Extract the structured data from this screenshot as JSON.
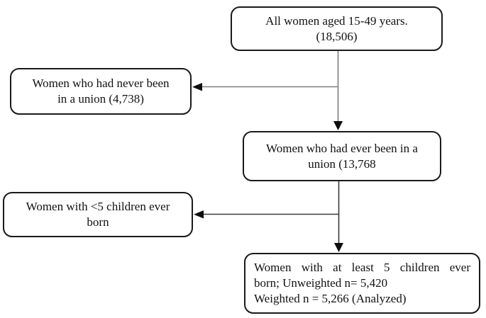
{
  "flowchart": {
    "nodes": {
      "all_women": {
        "line1": "All women aged 15-49 years.",
        "line2": "(18,506)"
      },
      "never_union": {
        "line1": "Women who had never been",
        "line2": "in a union (4,738)"
      },
      "ever_union": {
        "line1": "Women who had ever been in a",
        "line2": "union (13,768"
      },
      "less_than_5_children": {
        "line1": "Women with <5 children ever",
        "line2": "born"
      },
      "analyzed": {
        "line1": "Women with at least 5 children ever",
        "line2": "born; Unweighted n= 5,420",
        "line3": "Weighted n = 5,266 (Analyzed)"
      }
    },
    "colors": {
      "background": "#ffffff",
      "box_border": "#1a1a1a",
      "text": "#111111",
      "connector_upper": "#7f7f7f",
      "connector_lower": "#3a3a3a",
      "arrowhead": "#0d0d0d"
    }
  }
}
